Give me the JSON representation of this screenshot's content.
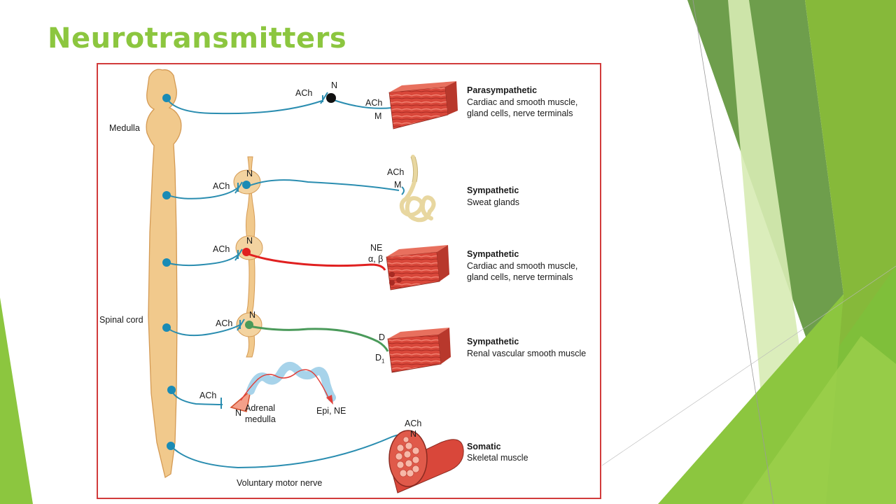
{
  "slide": {
    "title": "Neurotransmitters"
  },
  "diagram": {
    "cns_labels": {
      "medulla": "Medulla",
      "spinal_cord": "Spinal cord",
      "voluntary_motor_nerve": "Voluntary motor nerve"
    },
    "pathways": [
      {
        "name": "Parasympathetic",
        "target": [
          "Cardiac and smooth muscle,",
          "gland cells, nerve terminals"
        ],
        "preganglionic_nt": "ACh",
        "ganglion_receptor": "N",
        "postganglionic_nt": "ACh",
        "target_receptor": "M"
      },
      {
        "name": "Sympathetic",
        "target": [
          "Sweat glands"
        ],
        "preganglionic_nt": "ACh",
        "ganglion_receptor": "N",
        "postganglionic_nt": "ACh",
        "target_receptor": "M"
      },
      {
        "name": "Sympathetic",
        "target": [
          "Cardiac and smooth muscle,",
          "gland cells, nerve terminals"
        ],
        "preganglionic_nt": "ACh",
        "ganglion_receptor": "N",
        "postganglionic_nt": "NE",
        "target_receptor": "α, β"
      },
      {
        "name": "Sympathetic",
        "target": [
          "Renal vascular smooth muscle"
        ],
        "preganglionic_nt": "ACh",
        "ganglion_receptor": "N",
        "postganglionic_nt": "D",
        "target_receptor": "D",
        "target_receptor_sub": "1"
      },
      {
        "preganglionic_nt": "ACh",
        "ganglion_receptor": "N",
        "organ": [
          "Adrenal",
          "medulla"
        ],
        "released": "Epi, NE"
      },
      {
        "name": "Somatic",
        "target": [
          "Skeletal muscle"
        ],
        "neurotransmitter": "ACh",
        "receptor": "N"
      }
    ],
    "colors": {
      "nerve": "#2a8db0",
      "ne_fiber": "#e02020",
      "d_fiber": "#4a9a5a",
      "cord": "#f1c98c",
      "muscle": "#d9473a",
      "accent": "#8cc63f",
      "frame": "#d13b3b"
    }
  }
}
